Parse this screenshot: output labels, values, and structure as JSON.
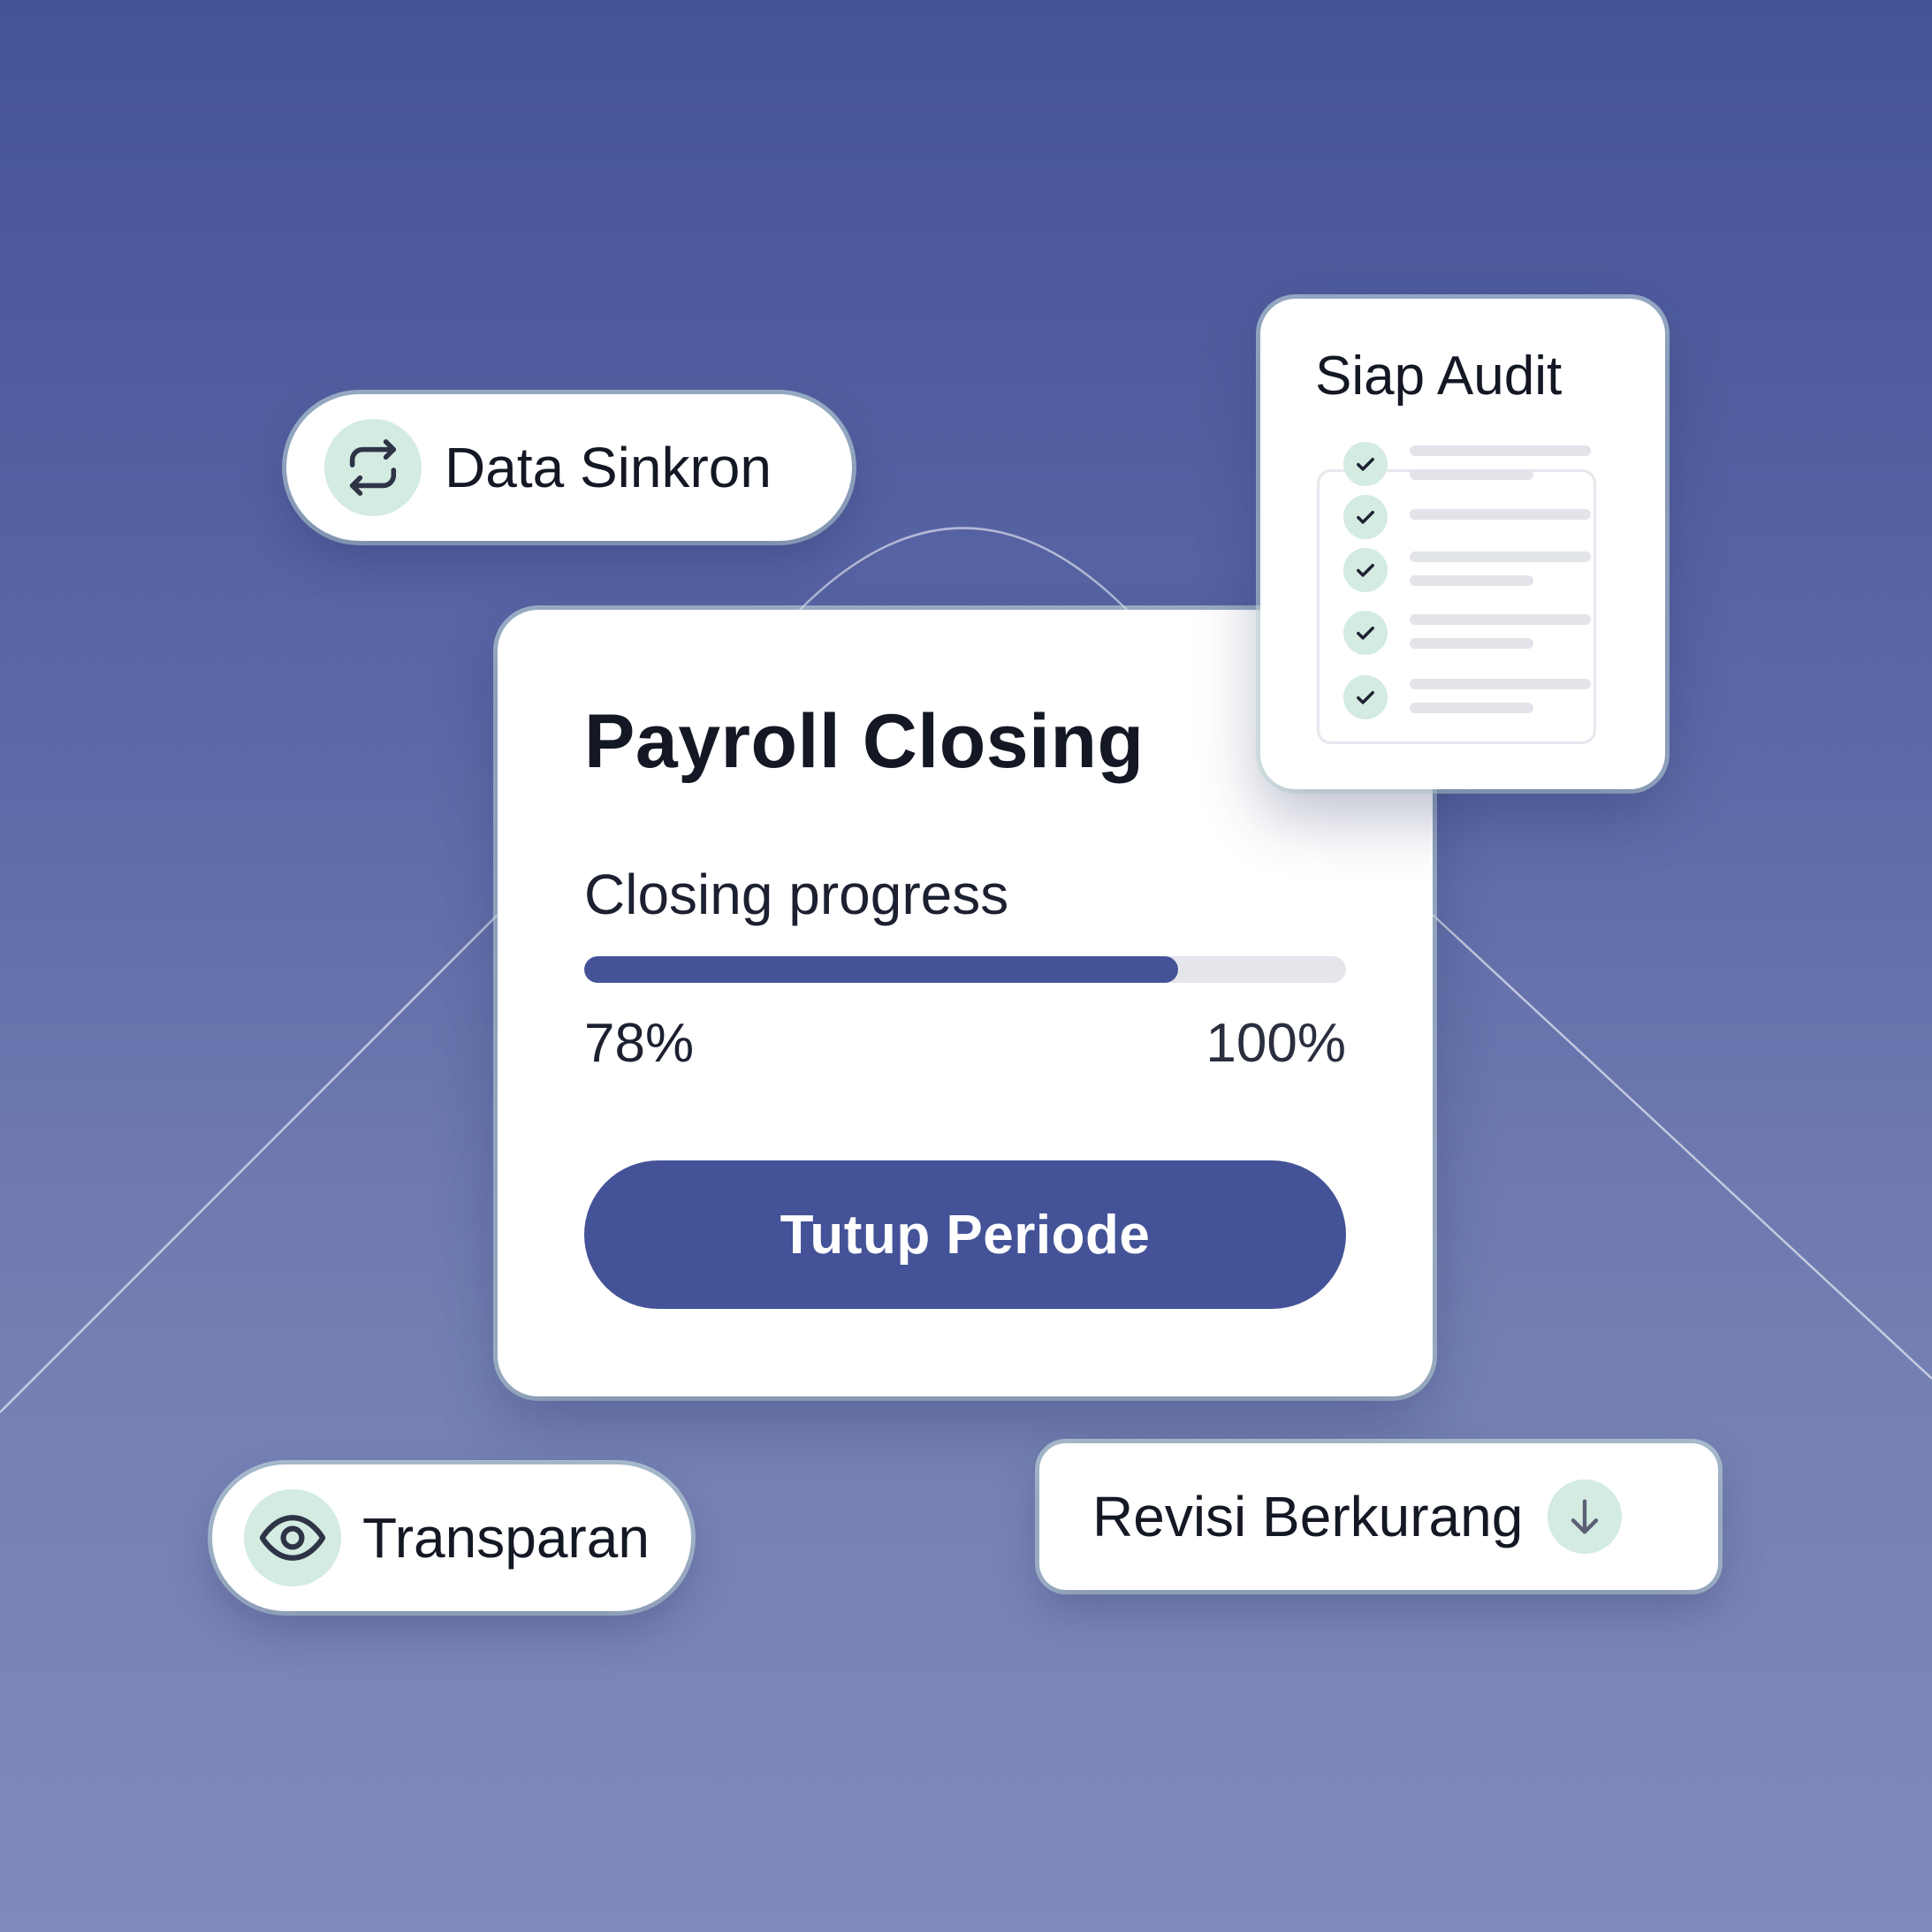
{
  "sync_badge": {
    "label": "Data Sinkron",
    "icon": "sync-icon"
  },
  "payroll_card": {
    "title": "Payroll Closing",
    "progress": {
      "label": "Closing progress",
      "value_text": "78%",
      "max_text": "100%",
      "fraction": 0.78
    },
    "button_label": "Tutup Periode"
  },
  "audit_card": {
    "title": "Siap Audit",
    "checklist_count": 5,
    "icon": "check-icon"
  },
  "transparency_badge": {
    "label": "Transparan",
    "icon": "eye-icon"
  },
  "revision_badge": {
    "label": "Revisi Berkurang",
    "icon": "arrow-down-icon"
  },
  "colors": {
    "primary": "#445397",
    "accent_mint": "#d3ebe1",
    "text_dark": "#141824",
    "track": "#e4e6ec"
  }
}
